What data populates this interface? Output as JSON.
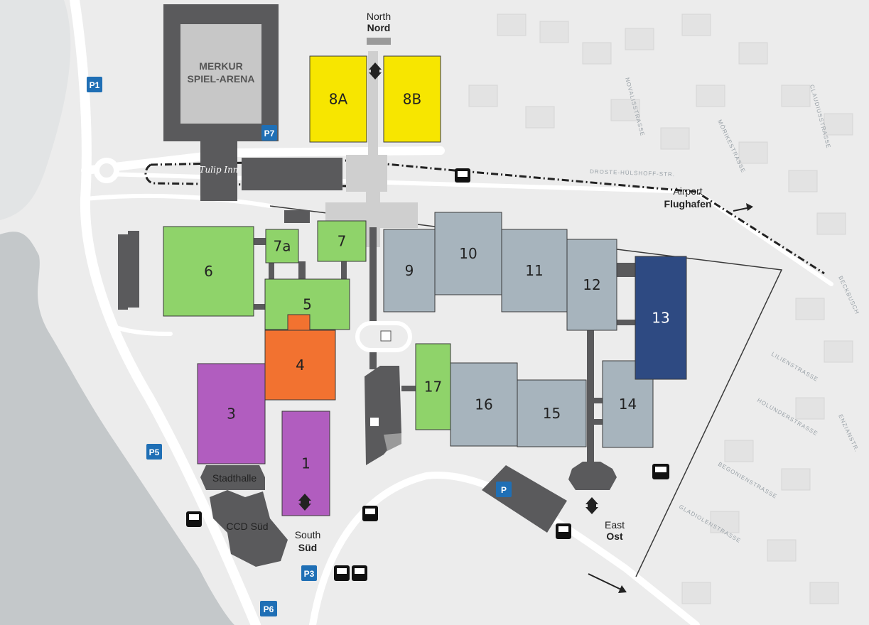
{
  "halls": [
    {
      "id": "8A",
      "label": "8A",
      "color": "#f7e600"
    },
    {
      "id": "8B",
      "label": "8B",
      "color": "#f7e600"
    },
    {
      "id": "6",
      "label": "6",
      "color": "#8fd36a"
    },
    {
      "id": "7a",
      "label": "7a",
      "color": "#8fd36a"
    },
    {
      "id": "7",
      "label": "7",
      "color": "#8fd36a"
    },
    {
      "id": "5",
      "label": "5",
      "color": "#8fd36a"
    },
    {
      "id": "17",
      "label": "17",
      "color": "#8fd36a"
    },
    {
      "id": "4",
      "label": "4",
      "color": "#f27230"
    },
    {
      "id": "3",
      "label": "3",
      "color": "#b15dbf"
    },
    {
      "id": "1",
      "label": "1",
      "color": "#b15dbf"
    },
    {
      "id": "9",
      "label": "9",
      "color": "#a7b4bd"
    },
    {
      "id": "10",
      "label": "10",
      "color": "#a7b4bd"
    },
    {
      "id": "11",
      "label": "11",
      "color": "#a7b4bd"
    },
    {
      "id": "12",
      "label": "12",
      "color": "#a7b4bd"
    },
    {
      "id": "14",
      "label": "14",
      "color": "#a7b4bd"
    },
    {
      "id": "15",
      "label": "15",
      "color": "#a7b4bd"
    },
    {
      "id": "16",
      "label": "16",
      "color": "#a7b4bd"
    },
    {
      "id": "13",
      "label": "13",
      "color": "#2e4a82"
    }
  ],
  "entrances": {
    "north": {
      "en": "North",
      "de": "Nord"
    },
    "south": {
      "en": "South",
      "de": "Süd"
    },
    "east": {
      "en": "East",
      "de": "Ost"
    }
  },
  "airport": {
    "en": "Airport",
    "de": "Flughafen"
  },
  "buildings": {
    "arena_line1": "MERKUR",
    "arena_line2": "SPIEL-ARENA",
    "hotel": "Tulip Inn",
    "stadthalle": "Stadthalle",
    "ccd_sued": "CCD Süd"
  },
  "parking": {
    "p1": "P1",
    "p5": "P5",
    "p6": "P6",
    "p7": "P7",
    "p3": "P3",
    "p_east": "P"
  },
  "streets": {
    "droste": "DROSTE-HÜLSHOFF-STR.",
    "lilien": "LILIENSTRASSE",
    "holunder": "HOLUNDERSTRASSE",
    "begonien": "BEGONIENSTRASSE",
    "gladiolen": "GLADIOLENSTRASSE",
    "moerike": "MÖRIKESTRASSE",
    "novalis": "NOVALISSTRASSE",
    "claudius": "CLAUDIUSSTRASSE",
    "beckbusch": "BECKBUSCH",
    "enzian": "ENZIANSTR."
  },
  "colors": {
    "ground": "#eeeeee",
    "water": "#c3c7c9",
    "road": "#ffffff",
    "dark_building": "#5a5a5c",
    "light_building": "#cfcfcf",
    "parking_blue": "#1f6fb5",
    "path_border": "#3a3a3a"
  }
}
